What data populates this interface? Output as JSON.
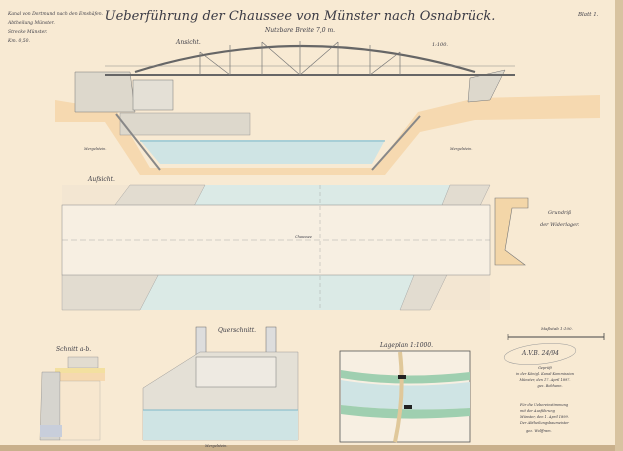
{
  "header": {
    "left_lines": [
      "Kanal von Dortmund nach den Emshäfen.",
      "Abtheilung Münster.",
      "Strecke Münster.",
      "Km. 0,50."
    ],
    "title": "Ueberführung der Chaussee von Münster nach Osnabrück.",
    "subtitle": "Nutzbare Breite 7,0 m.",
    "sheet": "Blatt 1."
  },
  "views": {
    "elevation": {
      "label": "Ansicht.",
      "scale": "1:100.",
      "soil_left": "Mergelstein.",
      "soil_right": "Mergelstein."
    },
    "top_view": {
      "label": "Aufsicht.",
      "road": "Chaussee"
    },
    "abutment_plan": {
      "label_1": "Grundriß",
      "label_2": "der Widerlager."
    },
    "section_ab": {
      "label": "Schnitt a-b."
    },
    "cross_section": {
      "label": "Querschnitt.",
      "soil": "Mergelstein."
    },
    "site_plan": {
      "label": "Lageplan 1:1000."
    }
  },
  "scale_bar": {
    "label": "Maßstab 1:100."
  },
  "stamp": {
    "text": "A.V.B. 24/94"
  },
  "approval": {
    "lines": [
      "Geprüft",
      "in der Königl. Kanal-Kommission",
      "Münster, den 17. April 1897.",
      "gez. Bebhann."
    ]
  },
  "certification": {
    "lines": [
      "Für die Uebereinstimmung",
      "mit der Ausführung",
      "Münster, den 1. April 1899.",
      "Der Abtheilungsbaumeister",
      "gez. Wolffram."
    ]
  },
  "colors": {
    "paper": "#f8ead3",
    "water": "#cfe4e4",
    "earth": "#f6d9b0",
    "stone": "#d8d4cc",
    "grass": "#9fcfb0"
  }
}
